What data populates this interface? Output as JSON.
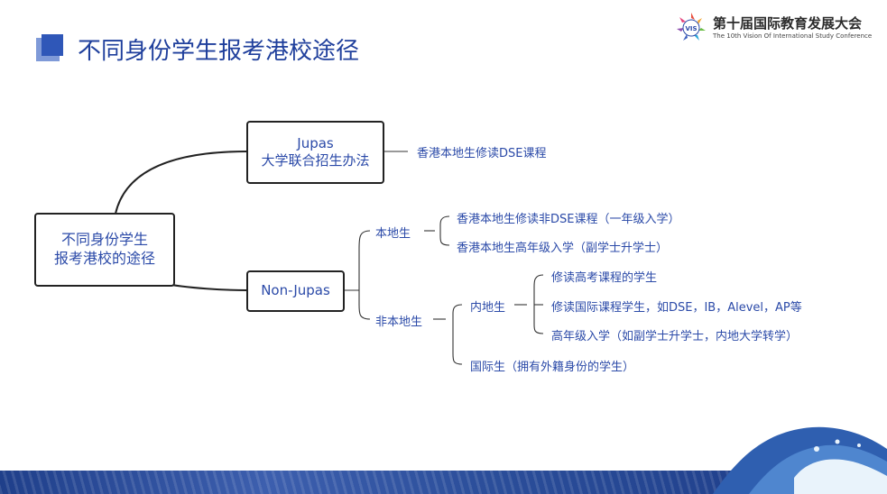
{
  "header": {
    "title": "不同身份学生报考港校途径"
  },
  "logo": {
    "mark_text": "VIS",
    "title": "第十届国际教育发展大会",
    "subtitle": "The 10th Vision Of International Study Conference"
  },
  "diagram": {
    "root": {
      "line1": "不同身份学生",
      "line2": "报考港校的途径"
    },
    "jupas": {
      "line1": "Jupas",
      "line2": "大学联合招生办法",
      "child": "香港本地生修读DSE课程"
    },
    "nonjupas": {
      "label": "Non-Jupas",
      "local": {
        "label": "本地生",
        "items": [
          "香港本地生修读非DSE课程（一年级入学）",
          "香港本地生高年级入学（副学士升学士）"
        ]
      },
      "nonlocal": {
        "label": "非本地生",
        "mainland": {
          "label": "内地生",
          "items": [
            "修读高考课程的学生",
            "修读国际课程学生，如DSE，IB，Alevel，AP等",
            "高年级入学（如副学士升学士，内地大学转学）"
          ]
        },
        "international": "国际生（拥有外籍身份的学生）"
      }
    }
  },
  "colors": {
    "text": "#2b4aa8",
    "title": "#1f3f9c",
    "line": "#222222",
    "footer": "#1f3f8a"
  }
}
